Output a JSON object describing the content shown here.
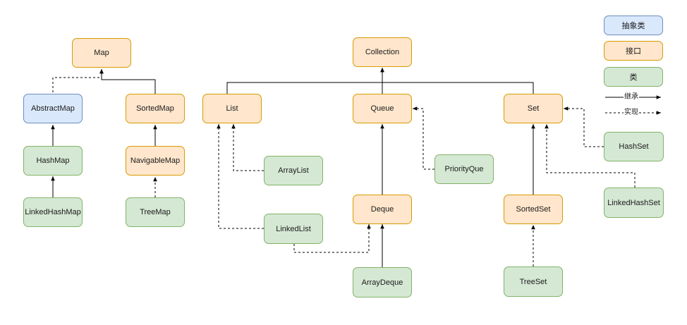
{
  "nodes": {
    "map": "Map",
    "abstract_map": "AbstractMap",
    "sorted_map": "SortedMap",
    "hash_map": "HashMap",
    "navigable_map": "NavigableMap",
    "linked_hash_map": "LinkedHashMap",
    "tree_map": "TreeMap",
    "collection": "Collection",
    "list": "List",
    "queue": "Queue",
    "set": "Set",
    "array_list": "ArrayList",
    "linked_list": "LinkedList",
    "priority_que": "PriorityQue",
    "deque": "Deque",
    "array_deque": "ArrayDeque",
    "hash_set": "HashSet",
    "linked_hash_set": "LinkedHashSet",
    "sorted_set": "SortedSet",
    "tree_set": "TreeSet"
  },
  "legend": {
    "abstract_class": "抽象类",
    "interface": "接口",
    "class": "类",
    "inherit": "继承",
    "implement": "实现"
  },
  "colors": {
    "abstract_fill": "#dae8fc",
    "abstract_stroke": "#6c8ebf",
    "interface_fill": "#ffe6cc",
    "interface_stroke": "#d79b00",
    "class_fill": "#d5e8d4",
    "class_stroke": "#82b366",
    "edge": "#000000"
  }
}
